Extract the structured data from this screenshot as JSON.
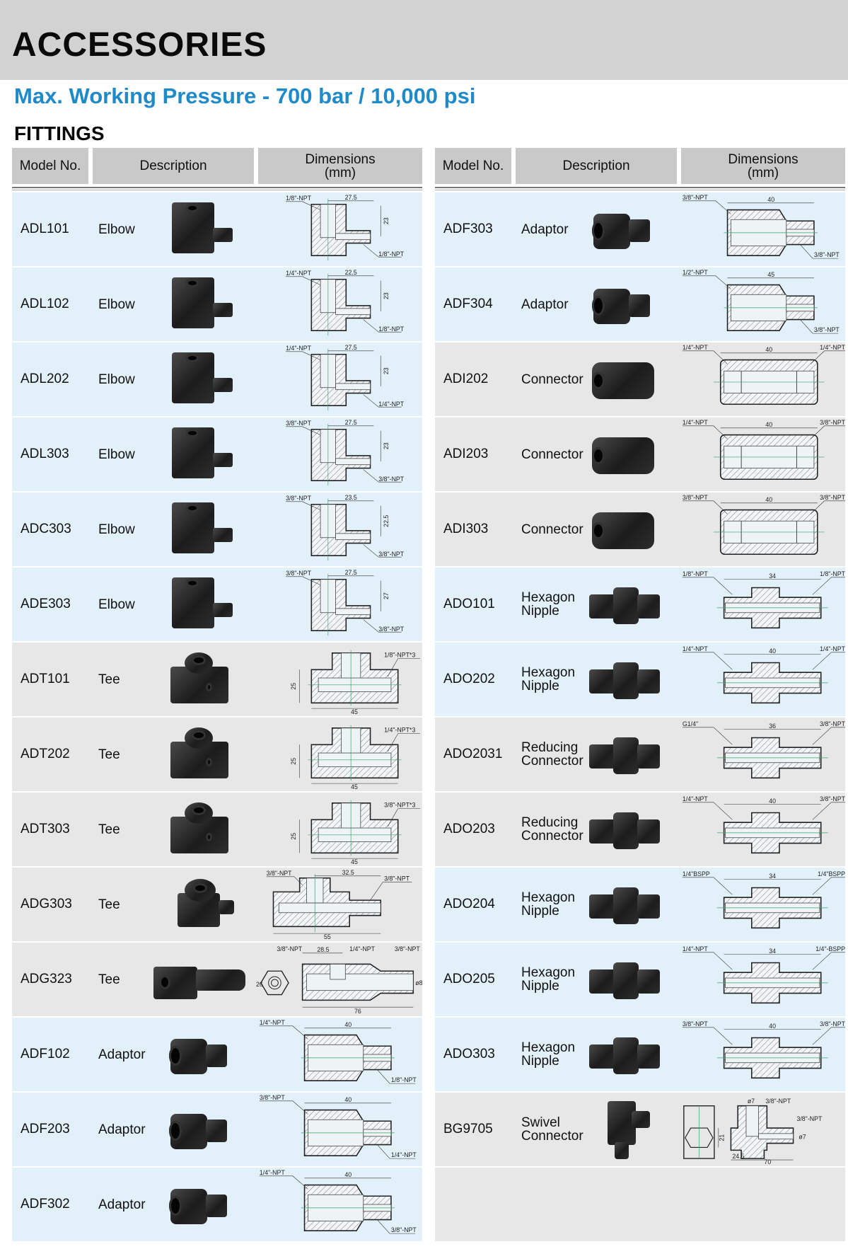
{
  "header": {
    "title": "ACCESSORIES",
    "subtitle": "Max. Working Pressure - 700 bar / 10,000 psi",
    "section": "FITTINGS"
  },
  "columns": {
    "model": "Model No.",
    "description": "Description",
    "dimensions": "Dimensions\n(mm)"
  },
  "colors": {
    "title_blue": "#1f8ac9",
    "row_blue": "#e2f0f9",
    "row_gray": "#e7e7e7",
    "header_gray": "#c9c9c9"
  },
  "left": [
    {
      "model": "ADL101",
      "desc": "Elbow",
      "bg": "blue",
      "type": "elbow",
      "labels": {
        "tl": "1/8\"-NPT",
        "top": "27.5",
        "side": "23",
        "br": "1/8\"-NPT"
      }
    },
    {
      "model": "ADL102",
      "desc": "Elbow",
      "bg": "blue",
      "type": "elbow",
      "labels": {
        "tl": "1/4\"-NPT",
        "top": "22.5",
        "side": "23",
        "br": "1/8\"-NPT"
      }
    },
    {
      "model": "ADL202",
      "desc": "Elbow",
      "bg": "blue",
      "type": "elbow",
      "labels": {
        "tl": "1/4\"-NPT",
        "top": "27.5",
        "side": "23",
        "br": "1/4\"-NPT"
      }
    },
    {
      "model": "ADL303",
      "desc": "Elbow",
      "bg": "blue",
      "type": "elbow",
      "labels": {
        "tl": "3/8\"-NPT",
        "top": "27.5",
        "side": "23",
        "br": "3/8\"-NPT"
      }
    },
    {
      "model": "ADC303",
      "desc": "Elbow",
      "bg": "blue",
      "type": "elbow",
      "labels": {
        "tl": "3/8\"-NPT",
        "top": "23.5",
        "side": "22.5",
        "br": "3/8\"-NPT"
      }
    },
    {
      "model": "ADE303",
      "desc": "Elbow",
      "bg": "blue",
      "type": "elbow",
      "labels": {
        "tl": "3/8\"-NPT",
        "top": "27.5",
        "side": "27",
        "br": "3/8\"-NPT"
      }
    },
    {
      "model": "ADT101",
      "desc": "Tee",
      "bg": "gray",
      "type": "tee",
      "labels": {
        "tr": "1/8\"-NPT*3",
        "side": "25",
        "bottom": "45"
      }
    },
    {
      "model": "ADT202",
      "desc": "Tee",
      "bg": "gray",
      "type": "tee",
      "labels": {
        "tr": "1/4\"-NPT*3",
        "side": "25",
        "bottom": "45"
      }
    },
    {
      "model": "ADT303",
      "desc": "Tee",
      "bg": "gray",
      "type": "tee",
      "labels": {
        "tr": "3/8\"-NPT*3",
        "side": "25",
        "bottom": "45"
      }
    },
    {
      "model": "ADG303",
      "desc": "Tee",
      "bg": "gray",
      "type": "branch",
      "labels": {
        "tl": "3/8\"-NPT",
        "top": "32.5",
        "tr": "3/8\"-NPT",
        "bottom": "55"
      }
    },
    {
      "model": "ADG323",
      "desc": "Tee",
      "bg": "gray",
      "type": "long",
      "labels": {
        "tl": "3/8\"-NPT",
        "top": "28.5",
        "tm": "1/4\"-NPT",
        "tr": "3/8\"-NPT",
        "side": "ø8",
        "bottom": "76",
        "hex": "26"
      }
    },
    {
      "model": "ADF102",
      "desc": "Adaptor",
      "bg": "blue",
      "type": "adaptor",
      "labels": {
        "tl": "1/4\"-NPT",
        "top": "40",
        "br": "1/8\"-NPT"
      }
    },
    {
      "model": "ADF203",
      "desc": "Adaptor",
      "bg": "blue",
      "type": "adaptor",
      "labels": {
        "tl": "3/8\"-NPT",
        "top": "40",
        "br": "1/4\"-NPT"
      }
    },
    {
      "model": "ADF302",
      "desc": "Adaptor",
      "bg": "blue",
      "type": "adaptor",
      "labels": {
        "tl": "1/4\"-NPT",
        "top": "40",
        "br": "3/8\"-NPT"
      }
    }
  ],
  "right": [
    {
      "model": "ADF303",
      "desc": "Adaptor",
      "bg": "blue",
      "type": "adaptor",
      "labels": {
        "tl": "3/8\"-NPT",
        "top": "40",
        "br": "3/8\"-NPT"
      }
    },
    {
      "model": "ADF304",
      "desc": "Adaptor",
      "bg": "blue",
      "type": "adaptor",
      "labels": {
        "tl": "1/2\"-NPT",
        "top": "45",
        "br": "3/8\"-NPT"
      }
    },
    {
      "model": "ADI202",
      "desc": "Connector",
      "bg": "gray",
      "type": "connector",
      "labels": {
        "tl": "1/4\"-NPT",
        "top": "40",
        "tr": "1/4\"-NPT"
      }
    },
    {
      "model": "ADI203",
      "desc": "Connector",
      "bg": "gray",
      "type": "connector",
      "labels": {
        "tl": "1/4\"-NPT",
        "top": "40",
        "tr": "3/8\"-NPT"
      }
    },
    {
      "model": "ADI303",
      "desc": "Connector",
      "bg": "gray",
      "type": "connector",
      "labels": {
        "tl": "3/8\"-NPT",
        "top": "40",
        "tr": "3/8\"-NPT"
      }
    },
    {
      "model": "ADO101",
      "desc": "Hexagon\nNipple",
      "bg": "blue",
      "type": "nipple",
      "labels": {
        "tl": "1/8\"-NPT",
        "top": "34",
        "tr": "1/8\"-NPT"
      }
    },
    {
      "model": "ADO202",
      "desc": "Hexagon\nNipple",
      "bg": "blue",
      "type": "nipple",
      "labels": {
        "tl": "1/4\"-NPT",
        "top": "40",
        "tr": "1/4\"-NPT"
      }
    },
    {
      "model": "ADO2031",
      "desc": "Reducing\nConnector",
      "bg": "gray",
      "type": "nipple",
      "labels": {
        "tl": "G1/4\"",
        "top": "36",
        "tr": "3/8\"-NPT"
      }
    },
    {
      "model": "ADO203",
      "desc": "Reducing\nConnector",
      "bg": "gray",
      "type": "nipple",
      "labels": {
        "tl": "1/4\"-NPT",
        "top": "40",
        "tr": "3/8\"-NPT"
      }
    },
    {
      "model": "ADO204",
      "desc": "Hexagon\nNipple",
      "bg": "blue",
      "type": "nipple",
      "labels": {
        "tl": "1/4\"BSPP",
        "top": "34",
        "tr": "1/4\"BSPP"
      }
    },
    {
      "model": "ADO205",
      "desc": "Hexagon\nNipple",
      "bg": "blue",
      "type": "nipple",
      "labels": {
        "tl": "1/4\"-NPT",
        "top": "34",
        "tr": "1/4\"-BSPP"
      }
    },
    {
      "model": "ADO303",
      "desc": "Hexagon\nNipple",
      "bg": "blue",
      "type": "nipple",
      "labels": {
        "tl": "3/8\"-NPT",
        "top": "40",
        "tr": "3/8\"-NPT"
      }
    },
    {
      "model": "BG9705",
      "desc": "Swivel\nConnector",
      "bg": "gray",
      "type": "swivel",
      "labels": {
        "d1": "ø7",
        "tr": "3/8\"-NPT",
        "tr2": "3/8\"-NPT",
        "side": "21",
        "d2": "ø7",
        "b1": "24.5",
        "bottom": "70"
      }
    },
    {
      "model": "",
      "desc": "",
      "bg": "gray",
      "type": "empty",
      "labels": {}
    }
  ]
}
